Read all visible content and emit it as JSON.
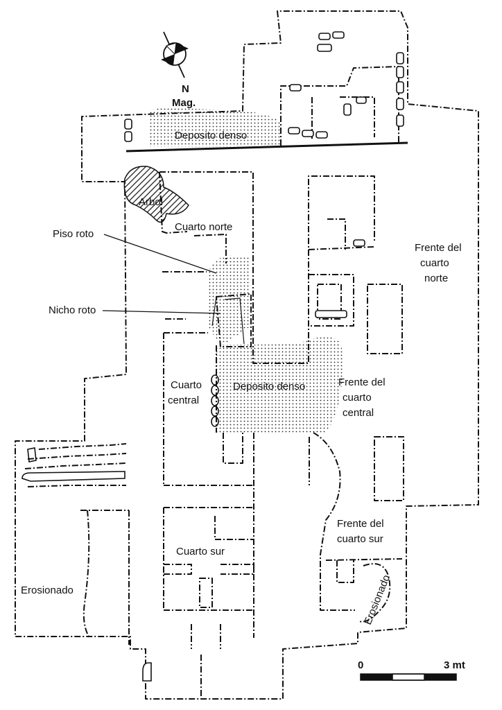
{
  "north_arrow": {
    "label_n": "N",
    "label_mag": "Mag."
  },
  "labels": {
    "deposito_denso_norte": "Deposito denso",
    "arbol": "Arbol",
    "cuarto_norte": "Cuarto norte",
    "piso_roto": "Piso roto",
    "nicho_roto": "Nicho roto",
    "frente_cuarto_norte": [
      "Frente del",
      "cuarto",
      "norte"
    ],
    "cuarto_central": [
      "Cuarto",
      "central"
    ],
    "deposito_denso_central": "Deposito denso",
    "frente_cuarto_central": [
      "Frente del",
      "cuarto",
      "central"
    ],
    "frente_cuarto_sur": [
      "Frente del",
      "cuarto sur"
    ],
    "cuarto_sur": "Cuarto sur",
    "erosionado_oeste": "Erosionado",
    "erosionado_este": "Erosionado"
  },
  "scale_bar": {
    "start_label": "0",
    "end_label": "3 mt"
  },
  "colors": {
    "ink": "#111111",
    "paper": "#ffffff"
  }
}
